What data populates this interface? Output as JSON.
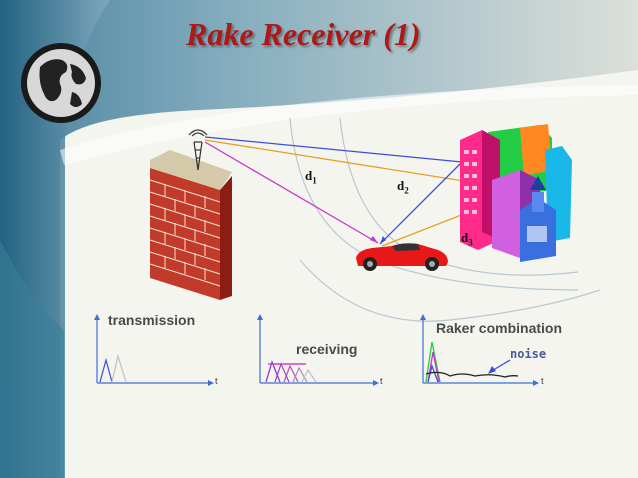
{
  "slide": {
    "title": "Rake Receiver (1)"
  },
  "diagram": {
    "path_labels": [
      {
        "name": "d",
        "sub": "1"
      },
      {
        "name": "d",
        "sub": "2"
      },
      {
        "name": "d",
        "sub": "3"
      }
    ],
    "graphs": {
      "transmission": "transmission",
      "receiving": "receiving",
      "raker": "Raker combination",
      "noise": "noise",
      "time_axis": "t"
    }
  },
  "colors": {
    "title": "#b01818",
    "path_direct": "#3a4fd8",
    "path_reflect": "#e8a020",
    "path_to_car": "#cc33cc",
    "axis": "#3a6fd8"
  }
}
